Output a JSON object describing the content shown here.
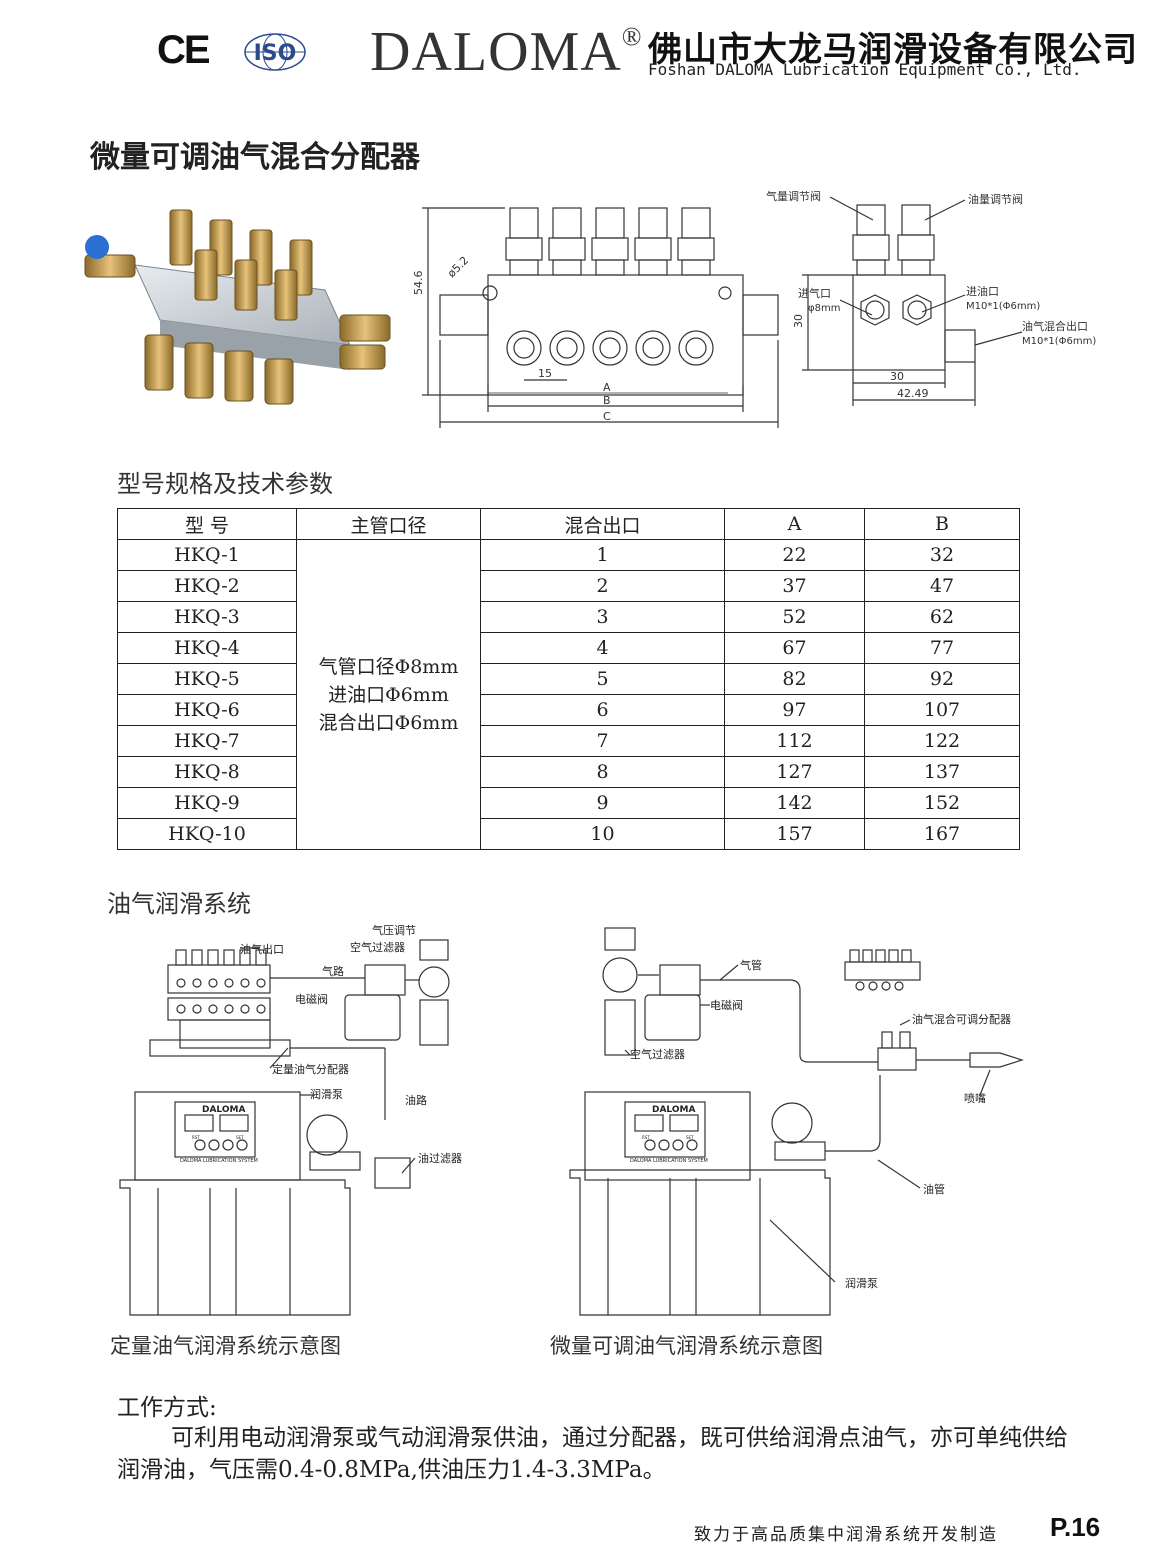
{
  "header": {
    "ce_mark": "CE",
    "iso_mark": "ISO",
    "brand": "DALOMA",
    "registered": "®",
    "company_cn": "佛山市大龙马润滑设备有限公司",
    "company_en": "Foshan DALOMA Lubrication Equipment Co., Ltd."
  },
  "page_title": "微量可调油气混合分配器",
  "drawing": {
    "dim_height": "54.6",
    "dim_hole": "ø5.2",
    "dim_pitch": "15",
    "dim_a": "A",
    "dim_b": "B",
    "dim_c": "C",
    "label_air_valve": "气量调节阀",
    "label_oil_valve": "油量调节阀",
    "label_air_inlet": "进气口",
    "label_air_inlet_size": "φ8mm",
    "label_oil_inlet": "进油口",
    "label_oil_inlet_size": "M10*1(Φ6mm)",
    "label_mix_outlet": "油气混合出口",
    "label_mix_outlet_size": "M10*1(Φ6mm)",
    "dim_side_h": "30",
    "dim_side_w1": "30",
    "dim_side_w2": "42.49"
  },
  "spec_section_title": "型号规格及技术参数",
  "spec_table": {
    "headers": [
      "型 号",
      "主管口径",
      "混合出口",
      "A",
      "B"
    ],
    "main_pipe_lines": [
      "气管口径Φ8mm",
      "进油口Φ6mm",
      "混合出口Φ6mm"
    ],
    "rows": [
      {
        "model": "HKQ-1",
        "outlets": "1",
        "a": "22",
        "b": "32"
      },
      {
        "model": "HKQ-2",
        "outlets": "2",
        "a": "37",
        "b": "47"
      },
      {
        "model": "HKQ-3",
        "outlets": "3",
        "a": "52",
        "b": "62"
      },
      {
        "model": "HKQ-4",
        "outlets": "4",
        "a": "67",
        "b": "77"
      },
      {
        "model": "HKQ-5",
        "outlets": "5",
        "a": "82",
        "b": "92"
      },
      {
        "model": "HKQ-6",
        "outlets": "6",
        "a": "97",
        "b": "107"
      },
      {
        "model": "HKQ-7",
        "outlets": "7",
        "a": "112",
        "b": "122"
      },
      {
        "model": "HKQ-8",
        "outlets": "8",
        "a": "127",
        "b": "137"
      },
      {
        "model": "HKQ-9",
        "outlets": "9",
        "a": "142",
        "b": "152"
      },
      {
        "model": "HKQ-10",
        "outlets": "10",
        "a": "157",
        "b": "167"
      }
    ]
  },
  "system_section_title": "油气润滑系统",
  "system_left": {
    "label_oil_air_outlet": "油气出口",
    "label_air_reg_1": "气压调节",
    "label_air_reg_2": "空气过滤器",
    "label_air_line": "气路",
    "label_solenoid": "电磁阀",
    "label_fixed_distributor": "定量油气分配器",
    "label_pump": "润滑泵",
    "label_oil_line": "油路",
    "label_oil_filter": "油过滤器",
    "pump_brand": "DALOMA",
    "pump_system": "DALOMA LUBRICATION SYSTEM",
    "btn_rst": "RST",
    "btn_set": "SET",
    "caption": "定量油气润滑系统示意图"
  },
  "system_right": {
    "label_air_pipe": "气管",
    "label_solenoid": "电磁阀",
    "label_air_filter": "空气过滤器",
    "label_mix_distributor": "油气混合可调分配器",
    "label_nozzle": "喷嘴",
    "label_oil_pipe": "油管",
    "label_pump": "润滑泵",
    "pump_brand": "DALOMA",
    "pump_system": "DALOMA LUBRICATION SYSTEM",
    "btn_rst": "RST",
    "btn_set": "SET",
    "caption": "微量可调油气润滑系统示意图"
  },
  "work": {
    "title": "工作方式:",
    "text": "可利用电动润滑泵或气动润滑泵供油，通过分配器，既可供给润滑点油气，亦可单纯供给润滑油，气压需0.4-0.8MPa,供油压力1.4-3.3MPa。"
  },
  "footer": {
    "slogan": "致力于高品质集中润滑系统开发制造",
    "page": "P.16"
  }
}
